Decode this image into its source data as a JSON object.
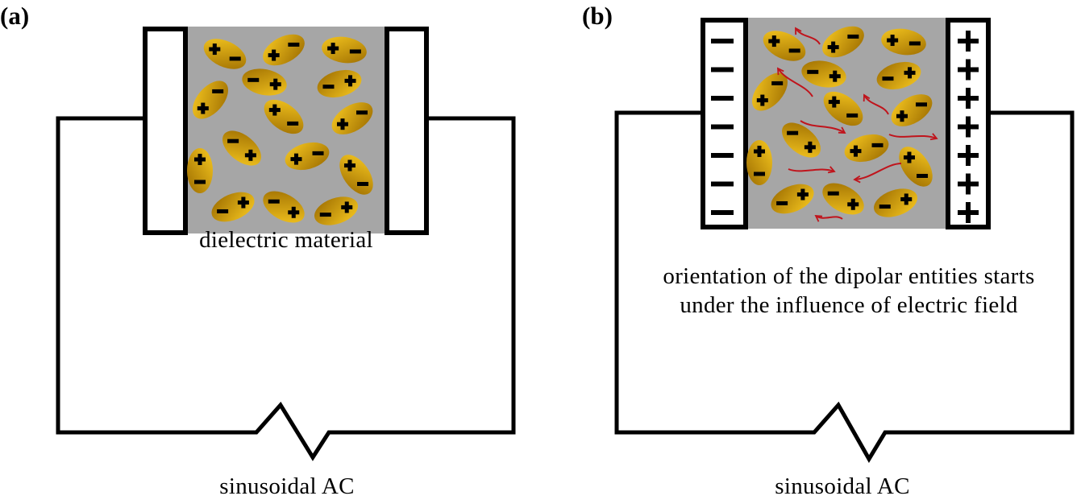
{
  "panel_a": {
    "label": "(a)",
    "caption": "dielectric material",
    "source_label": "sinusoidal AC"
  },
  "panel_b": {
    "label": "(b)",
    "caption_line1": "orientation of the dipolar entities starts",
    "caption_line2": "under the influence of electric field",
    "source_label": "sinusoidal AC",
    "left_plate_charge": "negative",
    "right_plate_charge": "positive"
  },
  "colors": {
    "dielectric": "#a6a6a6",
    "dipole_light": "#f7c820",
    "dipole_dark": "#9c6c00",
    "field_arrow": "#c0141c"
  }
}
